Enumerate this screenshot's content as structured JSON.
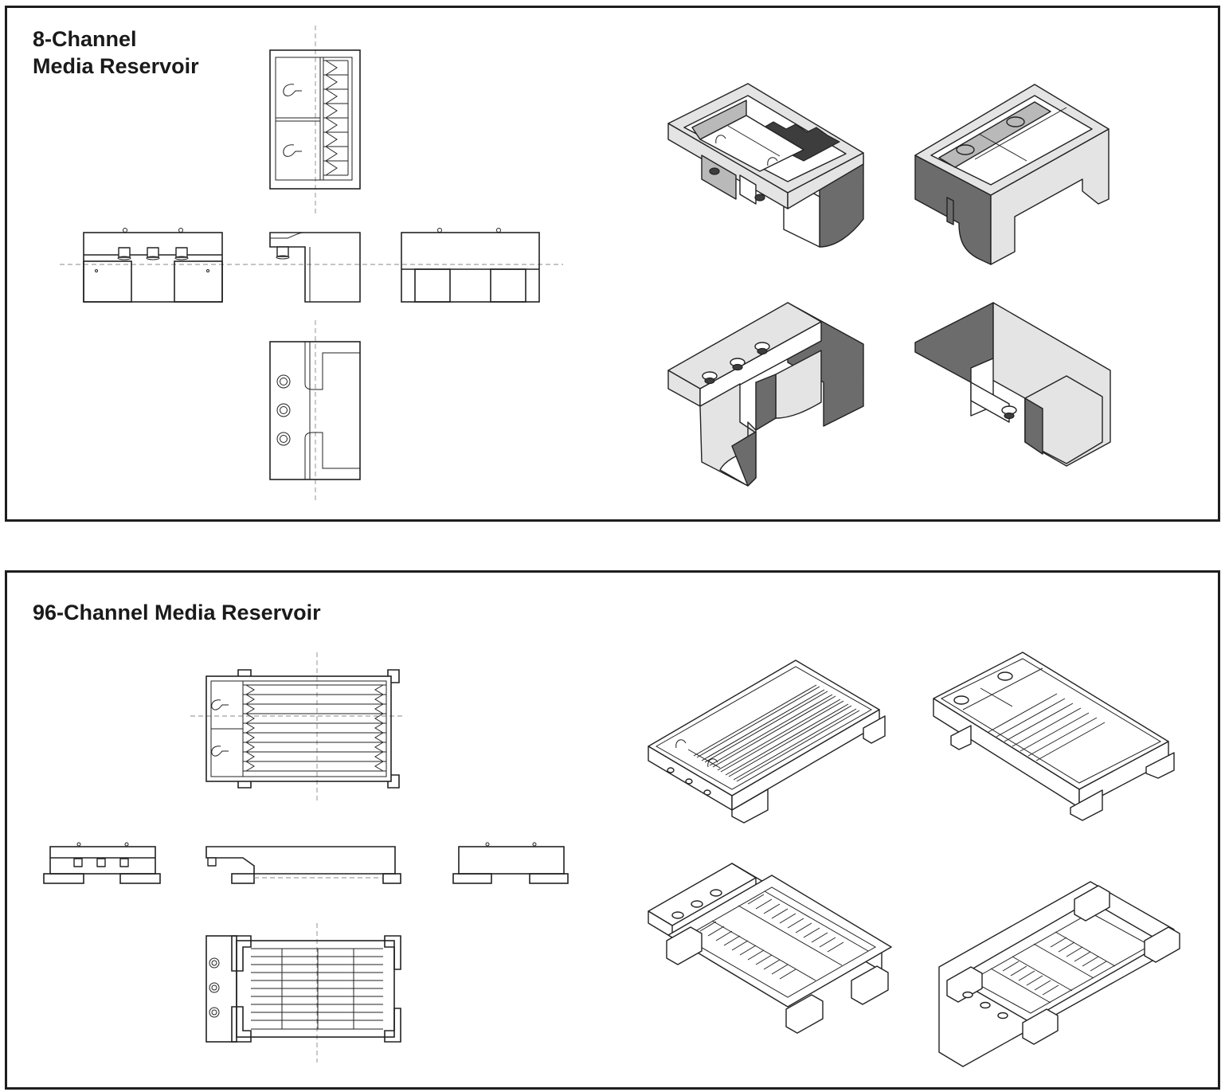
{
  "panels": [
    {
      "id": "8-channel",
      "title_lines": [
        "8-Channel",
        "Media Reservoir"
      ]
    },
    {
      "id": "96-channel",
      "title_lines": [
        "96-Channel Media Reservoir"
      ]
    }
  ],
  "colors": {
    "frame": "#1e1e1e",
    "line": "#222222",
    "centerline": "#888888",
    "face_light": "#e4e4e4",
    "face_mid": "#b9b9b9",
    "face_dark": "#6c6c6c"
  }
}
